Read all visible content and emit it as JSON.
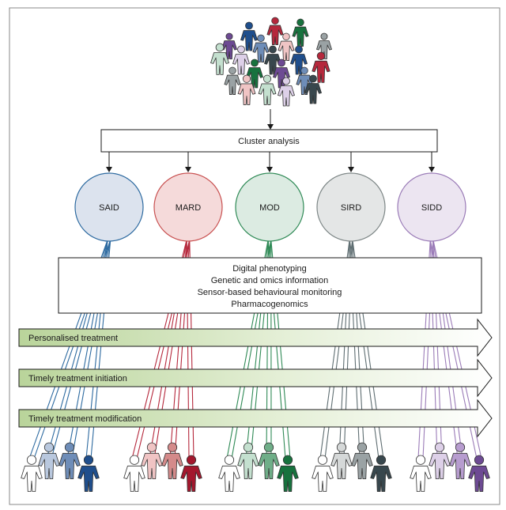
{
  "diagram": {
    "cluster_box": {
      "label": "Cluster analysis"
    },
    "clusters": [
      {
        "label": "SAID",
        "fill": "#dce3ee",
        "stroke": "#2d6aa0",
        "line": "#2d6aa0",
        "people": [
          "#ffffff",
          "#b9c8de",
          "#6e8db8",
          "#1f4e8c"
        ]
      },
      {
        "label": "MARD",
        "fill": "#f5dada",
        "stroke": "#c85050",
        "line": "#b5283c",
        "people": [
          "#ffffff",
          "#f0c4c4",
          "#d48a8a",
          "#a3172d"
        ]
      },
      {
        "label": "MOD",
        "fill": "#dcebe2",
        "stroke": "#2f8a56",
        "line": "#2f8a56",
        "people": [
          "#ffffff",
          "#c4e0cf",
          "#6fae88",
          "#17723e"
        ]
      },
      {
        "label": "SIRD",
        "fill": "#e4e6e6",
        "stroke": "#7d8686",
        "line": "#5f6e72",
        "people": [
          "#ffffff",
          "#d5d8d8",
          "#9aa2a4",
          "#38474d"
        ]
      },
      {
        "label": "SIDD",
        "fill": "#ece5f1",
        "stroke": "#9a7bb7",
        "line": "#9b7cb8",
        "people": [
          "#ffffff",
          "#ddd0e8",
          "#b79ccf",
          "#6d4a93"
        ]
      }
    ],
    "info_box": {
      "lines": [
        "Digital phenotyping",
        "Genetic and omics information",
        "Sensor-based behavioural monitoring",
        "Pharmacogenomics"
      ]
    },
    "arrows": [
      {
        "label": "Personalised treatment"
      },
      {
        "label": "Timely treatment initiation"
      },
      {
        "label": "Timely treatment modification"
      }
    ],
    "crowd_colors": [
      "#1f4e8c",
      "#b5283c",
      "#17723e",
      "#6d4a93",
      "#9aa2a4",
      "#6e8db8",
      "#f0c4c4",
      "#c4e0cf",
      "#ddd0e8",
      "#38474d"
    ]
  }
}
